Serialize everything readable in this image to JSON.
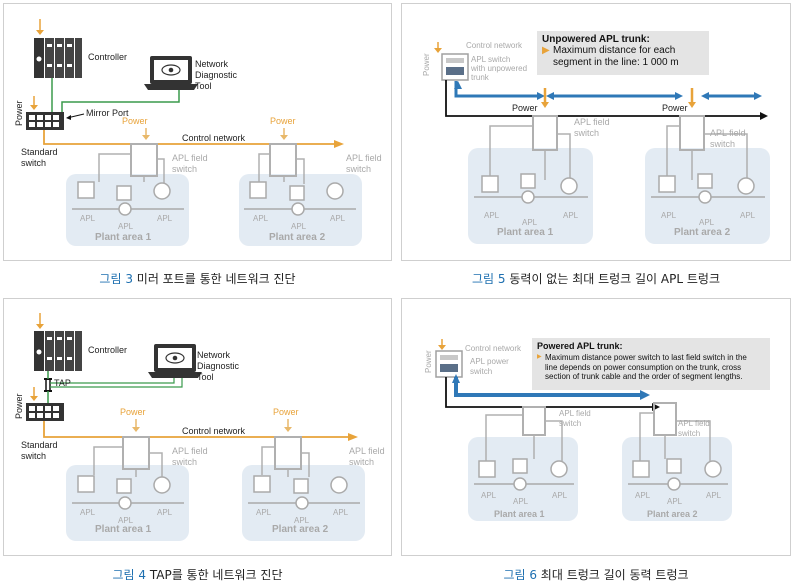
{
  "figures": [
    {
      "caption_num": "그림 3",
      "caption_text": "미러 포트를 통한 네트워크 진단",
      "labels": {
        "controller": "Controller",
        "network_diagnostic_tool": [
          "Network",
          "Diagnostic",
          "Tool"
        ],
        "mirror_port": "Mirror Port",
        "power": "Power",
        "standard_switch": [
          "Standard",
          "switch"
        ],
        "control_network": "Control network",
        "apl_field_switch": [
          "APL field",
          "switch"
        ],
        "apl": "APL",
        "plant_area_1": "Plant area 1",
        "plant_area_2": "Plant area 2"
      }
    },
    {
      "caption_num": "그림 4",
      "caption_text": "TAP를 통한 네트워크 진단",
      "labels": {
        "controller": "Controller",
        "network_diagnostic_tool": [
          "Network",
          "Diagnostic",
          "Tool"
        ],
        "tap": "TAP",
        "power": "Power",
        "standard_switch": [
          "Standard",
          "switch"
        ],
        "control_network": "Control network",
        "apl_field_switch": [
          "APL field",
          "switch"
        ],
        "apl": "APL",
        "plant_area_1": "Plant area 1",
        "plant_area_2": "Plant area 2"
      }
    },
    {
      "caption_num": "그림 5",
      "caption_text": "동력이 없는 최대 트렁크 길이 APL 트렁크",
      "labels": {
        "control_network": "Control network",
        "apl_switch": [
          "APL switch",
          "with unpowered",
          "trunk"
        ],
        "power": "Power",
        "apl_field_switch": [
          "APL field",
          "switch"
        ],
        "apl": "APL",
        "plant_area_1": "Plant area 1",
        "plant_area_2": "Plant area 2",
        "callout_title": "Unpowered APL trunk:",
        "callout_body": [
          "Maximum distance for each",
          "segment in the line: 1 000 m"
        ]
      }
    },
    {
      "caption_num": "그림 6",
      "caption_text": "최대 트렁크 길이 동력 트렁크",
      "labels": {
        "control_network": "Control network",
        "apl_power_switch": [
          "APL power",
          "switch"
        ],
        "power": "Power",
        "apl_field_switch": [
          "APL field",
          "switch"
        ],
        "apl": "APL",
        "plant_area_1": "Plant area 1",
        "plant_area_2": "Plant area 2",
        "callout_title": "Powered APL trunk:",
        "callout_body": [
          "Maximum distance power switch to last field switch in the",
          "line depends on power consumption on the trunk, cross",
          "section of trunk cable and the order of segment lengths."
        ]
      }
    }
  ],
  "colors": {
    "orange": "#e8a33a",
    "green": "#3a9a4c",
    "blue": "#2f78b7",
    "gray": "#a9a9a9",
    "plant_bg": "#e3ebf3",
    "caption_blue": "#1d6fb0"
  }
}
